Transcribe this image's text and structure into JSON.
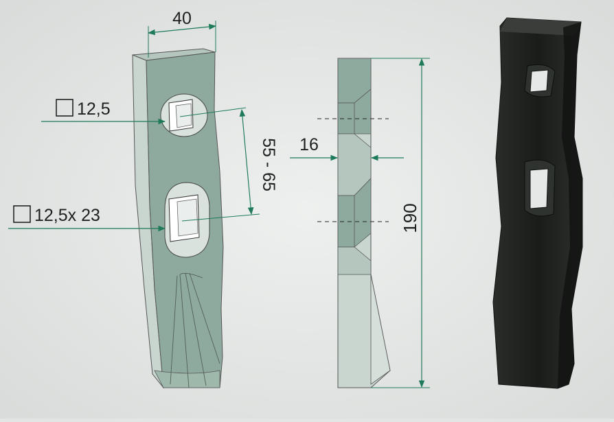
{
  "dimensions": {
    "width_top": "40",
    "hole_square": "12,5",
    "hole_slot": "12,5x 23",
    "hole_spacing": "55 - 65",
    "thickness": "16",
    "length": "190"
  },
  "colors": {
    "background": "#e3e5e4",
    "face": "#8eaa9e",
    "side": "#c9d6cf",
    "edge": "#b4c6bd",
    "hole": "#d9e2dd",
    "dimension_line": "#1f7a5a",
    "photo_blade": "#1c1e1c"
  }
}
